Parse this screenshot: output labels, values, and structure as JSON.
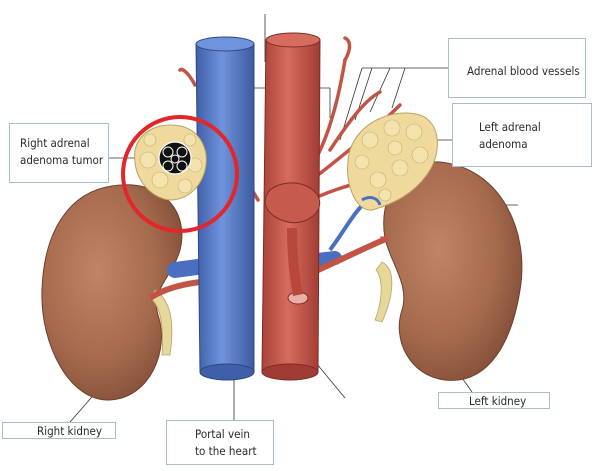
{
  "labels": {
    "adrenal_blood_vessels": "Adrenal blood vessels",
    "left_adrenal_line1": "Left adrenal",
    "left_adrenal_line2": "adenoma",
    "right_adrenal_line1": "Right adrenal",
    "right_adrenal_line2": "adenoma tumor",
    "left_kidney": "Left kidney",
    "right_kidney": "Right kidney",
    "portal_vein_line1": "Portal vein",
    "portal_vein_line2": "to the heart"
  },
  "colors": {
    "vein": "#5b7ec9",
    "artery": "#c9574a",
    "kidney": "#a86a4e",
    "adrenal": "#efd99c",
    "highlight_circle": "#e3262a",
    "ureter": "#e9dd9f"
  }
}
